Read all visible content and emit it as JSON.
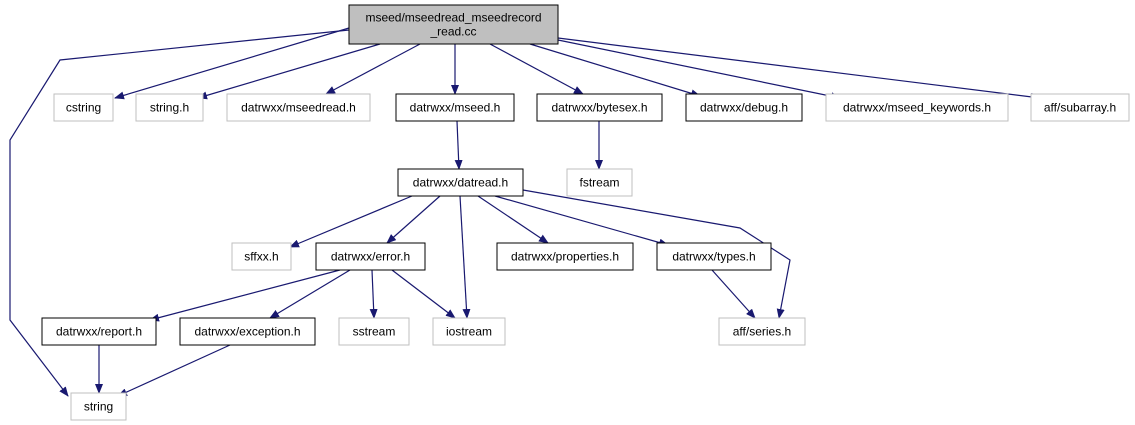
{
  "diagram": {
    "type": "include-dependency-graph",
    "colors": {
      "edge": "#191970",
      "root_fill": "#bfbfbf",
      "documented_border": "#000000",
      "undocumented_border": "#bfbfbf",
      "node_fill": "#ffffff"
    },
    "nodes": [
      {
        "id": "root",
        "lines": [
          "mseed/mseedread_mseedrecord",
          "_read.cc"
        ],
        "kind": "root"
      },
      {
        "id": "cstring",
        "lines": [
          "cstring"
        ],
        "kind": "external"
      },
      {
        "id": "string_h",
        "lines": [
          "string.h"
        ],
        "kind": "external"
      },
      {
        "id": "mseedread_h",
        "lines": [
          "datrwxx/mseedread.h"
        ],
        "kind": "external"
      },
      {
        "id": "mseed_h",
        "lines": [
          "datrwxx/mseed.h"
        ],
        "kind": "documented"
      },
      {
        "id": "bytesex_h",
        "lines": [
          "datrwxx/bytesex.h"
        ],
        "kind": "documented"
      },
      {
        "id": "debug_h",
        "lines": [
          "datrwxx/debug.h"
        ],
        "kind": "documented"
      },
      {
        "id": "mseed_keywords_h",
        "lines": [
          "datrwxx/mseed_keywords.h"
        ],
        "kind": "external"
      },
      {
        "id": "subarray_h",
        "lines": [
          "aff/subarray.h"
        ],
        "kind": "external"
      },
      {
        "id": "fstream",
        "lines": [
          "fstream"
        ],
        "kind": "external"
      },
      {
        "id": "datread_h",
        "lines": [
          "datrwxx/datread.h"
        ],
        "kind": "documented"
      },
      {
        "id": "sffxx_h",
        "lines": [
          "sffxx.h"
        ],
        "kind": "external"
      },
      {
        "id": "error_h",
        "lines": [
          "datrwxx/error.h"
        ],
        "kind": "documented"
      },
      {
        "id": "properties_h",
        "lines": [
          "datrwxx/properties.h"
        ],
        "kind": "documented"
      },
      {
        "id": "types_h",
        "lines": [
          "datrwxx/types.h"
        ],
        "kind": "documented"
      },
      {
        "id": "report_h",
        "lines": [
          "datrwxx/report.h"
        ],
        "kind": "documented"
      },
      {
        "id": "exception_h",
        "lines": [
          "datrwxx/exception.h"
        ],
        "kind": "documented"
      },
      {
        "id": "sstream",
        "lines": [
          "sstream"
        ],
        "kind": "external"
      },
      {
        "id": "iostream",
        "lines": [
          "iostream"
        ],
        "kind": "external"
      },
      {
        "id": "series_h",
        "lines": [
          "aff/series.h"
        ],
        "kind": "external"
      },
      {
        "id": "string",
        "lines": [
          "string"
        ],
        "kind": "external"
      }
    ],
    "edges": [
      {
        "from": "root",
        "to": "cstring"
      },
      {
        "from": "root",
        "to": "string_h"
      },
      {
        "from": "root",
        "to": "mseedread_h"
      },
      {
        "from": "root",
        "to": "mseed_h"
      },
      {
        "from": "root",
        "to": "bytesex_h"
      },
      {
        "from": "root",
        "to": "debug_h"
      },
      {
        "from": "root",
        "to": "mseed_keywords_h"
      },
      {
        "from": "root",
        "to": "subarray_h"
      },
      {
        "from": "root",
        "to": "string"
      },
      {
        "from": "mseed_h",
        "to": "datread_h"
      },
      {
        "from": "bytesex_h",
        "to": "fstream"
      },
      {
        "from": "datread_h",
        "to": "sffxx_h"
      },
      {
        "from": "datread_h",
        "to": "error_h"
      },
      {
        "from": "datread_h",
        "to": "iostream"
      },
      {
        "from": "datread_h",
        "to": "properties_h"
      },
      {
        "from": "datread_h",
        "to": "types_h"
      },
      {
        "from": "datread_h",
        "to": "series_h"
      },
      {
        "from": "error_h",
        "to": "report_h"
      },
      {
        "from": "error_h",
        "to": "exception_h"
      },
      {
        "from": "error_h",
        "to": "sstream"
      },
      {
        "from": "error_h",
        "to": "iostream"
      },
      {
        "from": "types_h",
        "to": "series_h"
      },
      {
        "from": "report_h",
        "to": "string"
      },
      {
        "from": "exception_h",
        "to": "string"
      }
    ]
  }
}
